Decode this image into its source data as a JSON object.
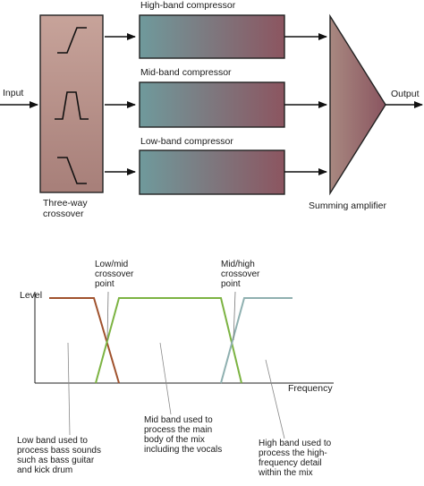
{
  "block_diagram": {
    "input_label": "Input",
    "output_label": "Output",
    "crossover_label": [
      "Three-way",
      "crossover"
    ],
    "compressors": [
      {
        "label": "High-band compressor"
      },
      {
        "label": "Mid-band compressor"
      },
      {
        "label": "Low-band compressor"
      }
    ],
    "summing_label": "Summing amplifier"
  },
  "response_graph": {
    "y_axis_label": "Level",
    "x_axis_label": "Frequency",
    "crossover_points": [
      {
        "label": [
          "Low/mid",
          "crossover",
          "point"
        ]
      },
      {
        "label": [
          "Mid/high",
          "crossover",
          "point"
        ]
      }
    ],
    "band_notes": [
      {
        "label": [
          "Low band used to",
          "process bass sounds",
          "such as bass guitar",
          "and kick drum"
        ]
      },
      {
        "label": [
          "Mid band used to",
          "process the main",
          "body of the mix",
          "including the vocals"
        ]
      },
      {
        "label": [
          "High band used to",
          "process the high-",
          "frequency detail",
          "within the mix"
        ]
      }
    ]
  },
  "colors": {
    "low_band": "#a0522d",
    "mid_band": "#7cb342",
    "high_band": "#8fb0b0",
    "box_left": "#6f9a9c",
    "box_right": "#8c5560",
    "crossover_fill": "#b9928a"
  }
}
